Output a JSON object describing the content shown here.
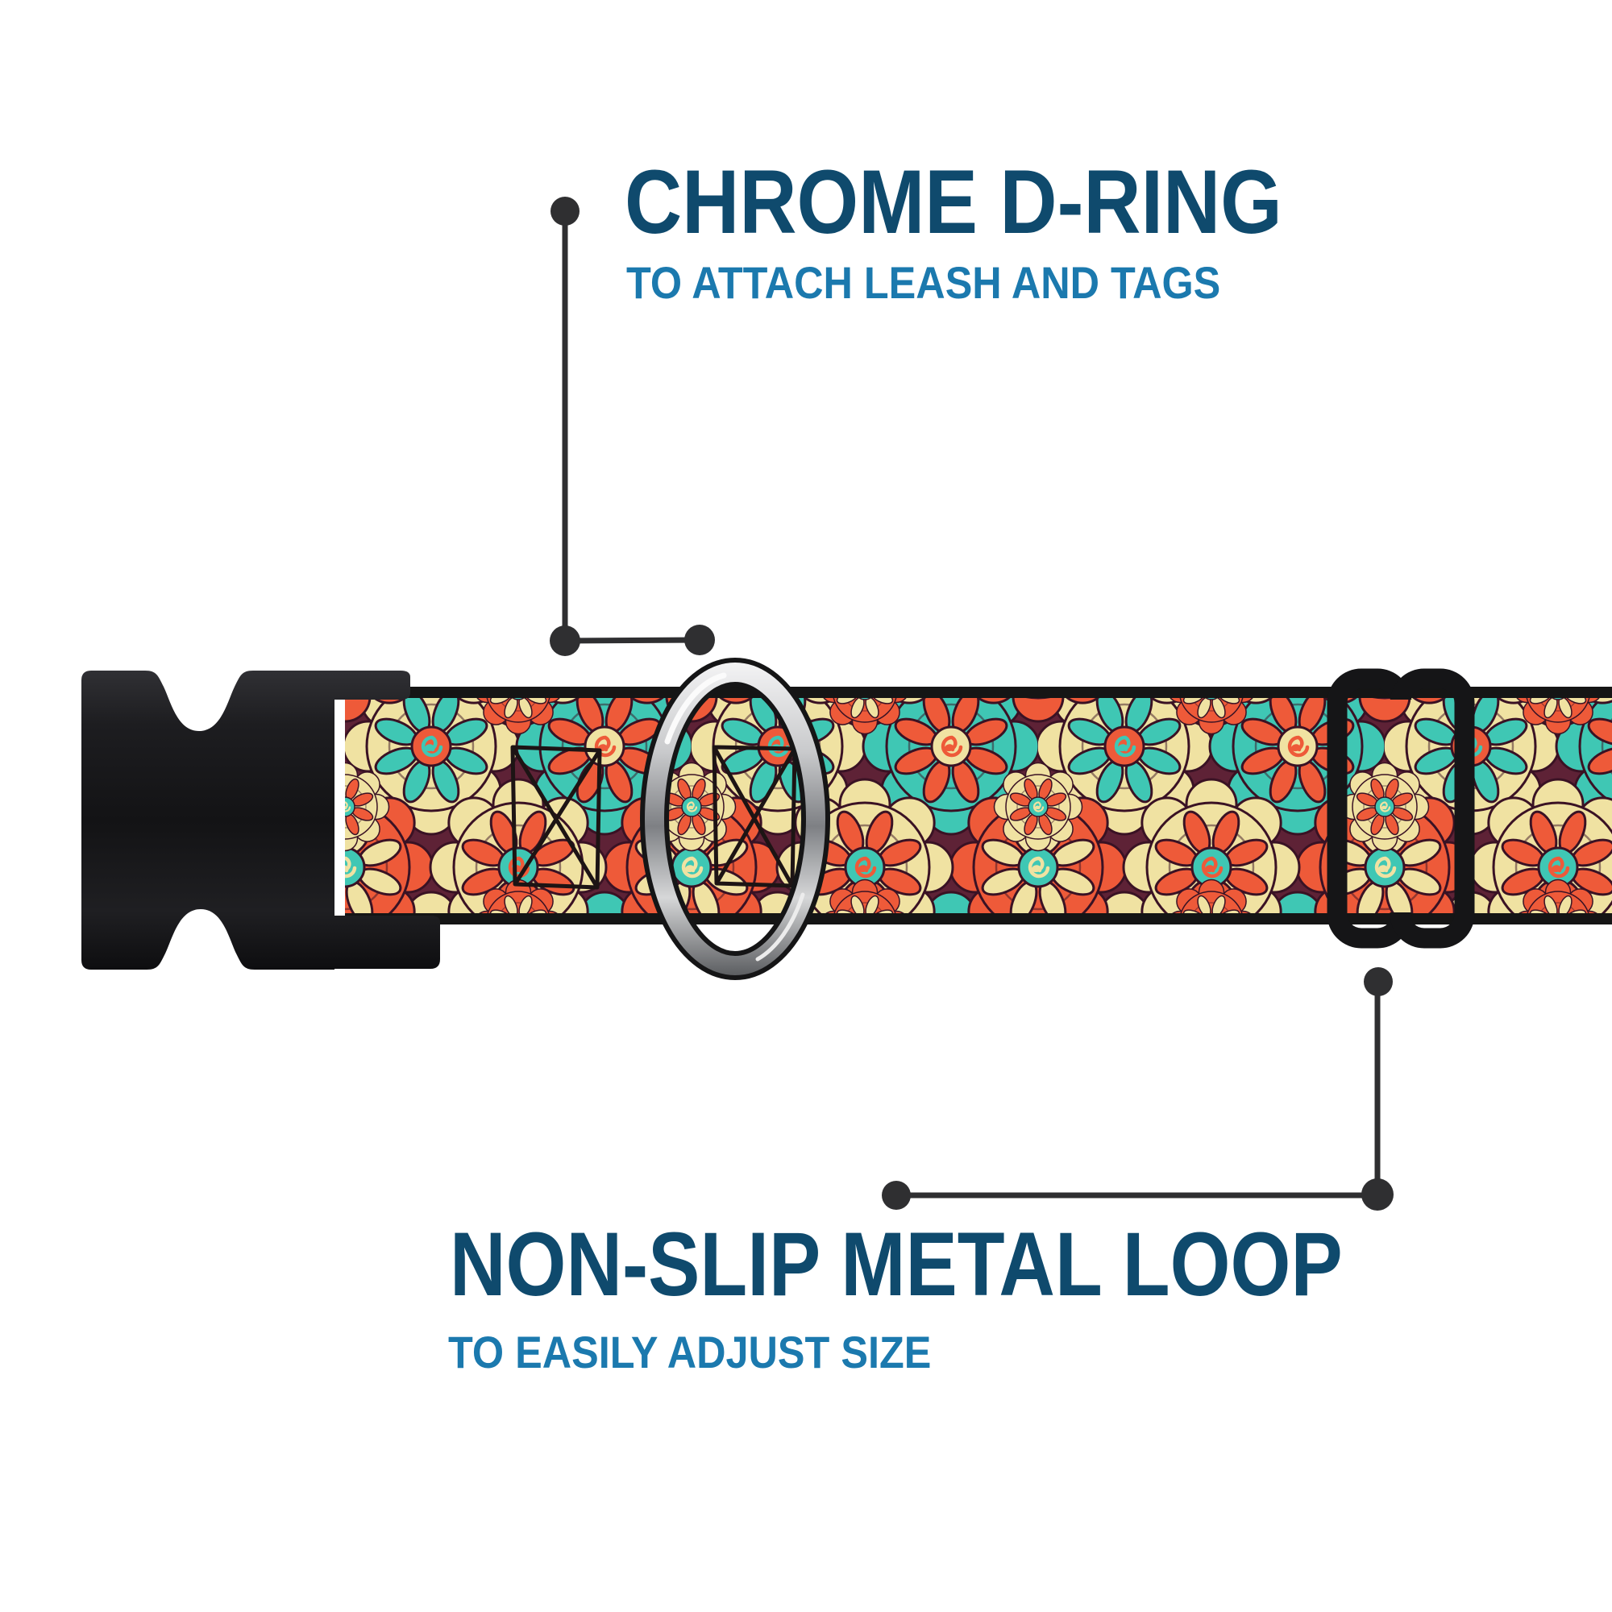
{
  "page": {
    "background": "#ffffff"
  },
  "annotations": {
    "top": {
      "title": "CHROME D-RING",
      "subtitle": "TO ATTACH LEASH AND TAGS"
    },
    "bottom": {
      "title": "NON-SLIP METAL LOOP",
      "subtitle": "TO EASILY ADJUST SIZE"
    }
  },
  "colors": {
    "title_navy": "#0f4a6d",
    "subtitle_blue": "#1b79ae",
    "callout_line": "#2f2f31",
    "webbing_background": "#5e2236",
    "webbing_teal": "#3fc7b4",
    "webbing_orange": "#ee5a39",
    "webbing_cream": "#f0e2a2",
    "webbing_outline": "#3a1224",
    "hardware_black": "#1a1a1c",
    "chrome_light": "#f2f2f3",
    "chrome_dark": "#5c5e61"
  },
  "parts": {
    "buckle": "black-plastic-side-release-buckle",
    "d_ring": "chrome-d-ring",
    "slide_loop": "black-metal-slide-loop",
    "webbing": "mandala-patterned-webbing",
    "stitching": "box-x-stitches"
  }
}
